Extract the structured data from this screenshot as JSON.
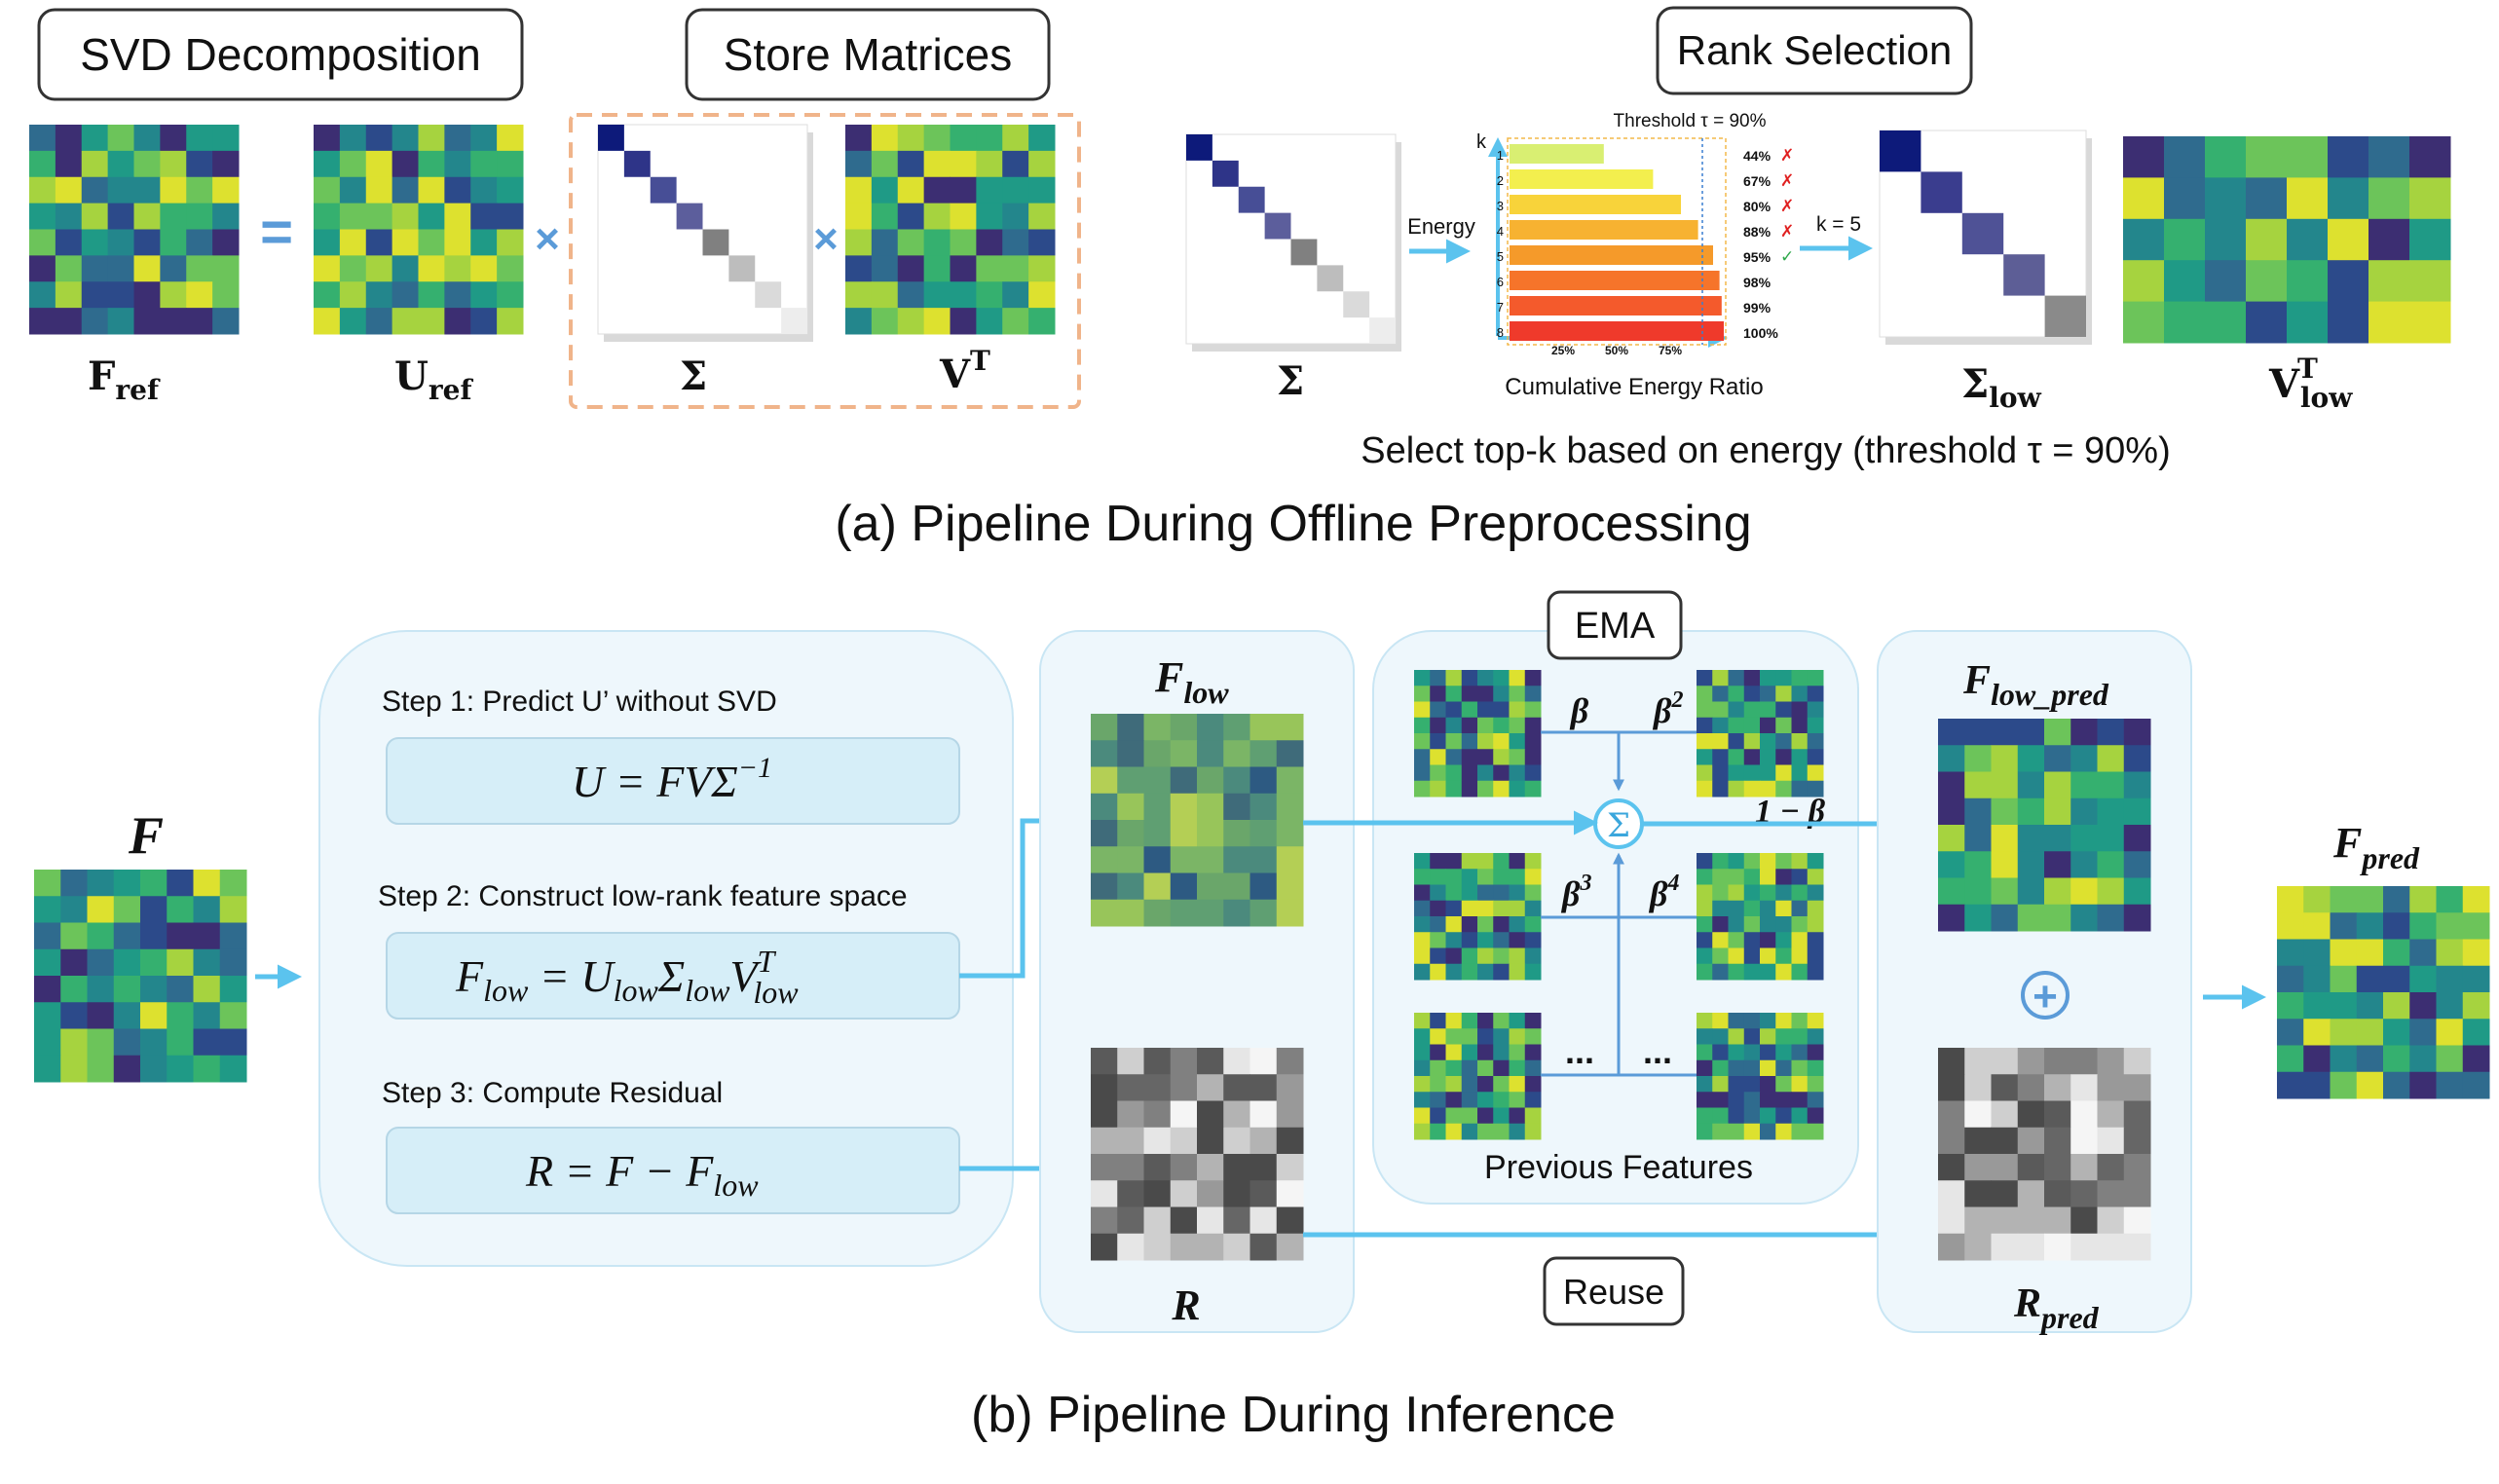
{
  "colors": {
    "arrow": "#5bc3ee",
    "panel_fill": "#eef7fc",
    "formula_fill": "#d6eef8",
    "dashed_border": "#f0b48a",
    "diag_dark": "#0d1a7a",
    "diag_light": "#e3e3e3"
  },
  "top": {
    "tags": {
      "svd": "SVD Decomposition",
      "store": "Store Matrices",
      "rank": "Rank Selection"
    },
    "labels": {
      "f_ref": "F",
      "f_ref_sub": "ref",
      "u_ref": "U",
      "u_ref_sub": "ref",
      "sigma": "Σ",
      "vt": "V",
      "vt_sup": "T",
      "sigma2": "Σ",
      "sigma_low": "Σ",
      "sigma_low_sub": "low",
      "v_low": "V",
      "v_low_sup": "T",
      "v_low_sub": "low"
    },
    "operators": {
      "equals": "=",
      "times": "×"
    },
    "energy_label": "Energy",
    "k_label": "k = 5",
    "select_text": "Select top-k based on energy (threshold τ = 90%)",
    "caption": "(a) Pipeline During Offline Preprocessing"
  },
  "chart_data": {
    "type": "bar",
    "orientation": "horizontal",
    "title": "Threshold τ = 90%",
    "xlabel": "Cumulative Energy Ratio",
    "ylabel": "k",
    "categories": [
      "1",
      "2",
      "3",
      "4",
      "5",
      "6",
      "7",
      "8"
    ],
    "values": [
      44,
      67,
      80,
      88,
      95,
      98,
      99,
      100
    ],
    "value_labels": [
      "44%",
      "67%",
      "80%",
      "88%",
      "95%",
      "98%",
      "99%",
      "100%"
    ],
    "marks": [
      "✗",
      "✗",
      "✗",
      "✗",
      "✓",
      "",
      "",
      ""
    ],
    "xticks": [
      "25%",
      "50%",
      "75%"
    ],
    "xtick_values": [
      25,
      50,
      75
    ],
    "threshold": 90,
    "xlim": [
      0,
      100
    ]
  },
  "bottom": {
    "input_label": "F",
    "steps": [
      {
        "title": "Step 1: Predict U’ without SVD",
        "formula": "U = FVΣ",
        "formula_sup": "−1"
      },
      {
        "title": "Step 2: Construct low-rank feature space",
        "formula_pre": "F",
        "formula_pre_sub": "low",
        "formula_eq": " = U",
        "formula_u_sub": "low",
        "formula_s": "Σ",
        "formula_s_sub": "low",
        "formula_v": "V",
        "formula_v_sub": "low",
        "formula_v_sup": "T"
      },
      {
        "title": "Step 3: Compute Residual",
        "formula_pre": "R = F − F",
        "formula_sub": "low"
      }
    ],
    "f_low": "F",
    "f_low_sub": "low",
    "r": "R",
    "ema_tag": "EMA",
    "betas": {
      "b1": "β",
      "b2": "β",
      "b2_sup": "2",
      "b3": "β",
      "b3_sup": "3",
      "b4": "β",
      "b4_sup": "4"
    },
    "one_minus_beta": "1 − β",
    "ellipsis": "...",
    "sum_symbol": "Σ",
    "previous_features": "Previous Features",
    "reuse_tag": "Reuse",
    "f_low_pred": "F",
    "f_low_pred_sub": "low_pred",
    "plus": "+",
    "r_pred": "R",
    "r_pred_sub": "pred",
    "f_pred": "F",
    "f_pred_sub": "pred",
    "caption": "(b) Pipeline During Inference"
  }
}
